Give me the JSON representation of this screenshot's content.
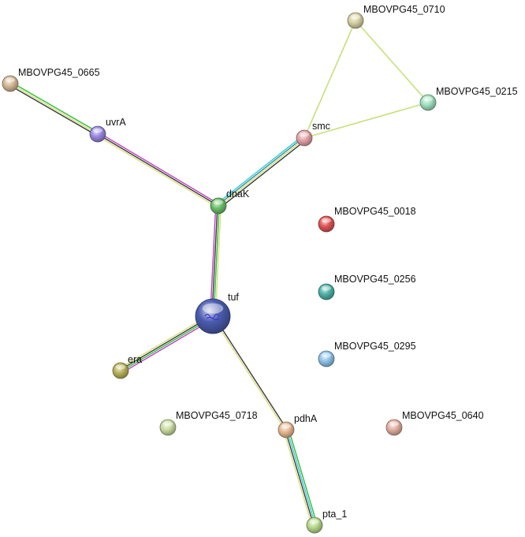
{
  "network": {
    "nodes": [
      {
        "id": "MBOVPG45_0665",
        "label": "MBOVPG45_0665",
        "color": "#d4b896",
        "icon": "protein-node"
      },
      {
        "id": "uvrA",
        "label": "uvrA",
        "color": "#9b88e0",
        "icon": "protein-node"
      },
      {
        "id": "dnaK",
        "label": "dnaK",
        "color": "#6cbf6a",
        "icon": "protein-node"
      },
      {
        "id": "smc",
        "label": "smc",
        "color": "#e3a3a8",
        "icon": "protein-node"
      },
      {
        "id": "MBOVPG45_0710",
        "label": "MBOVPG45_0710",
        "color": "#d6d0a2",
        "icon": "protein-node"
      },
      {
        "id": "MBOVPG45_0215",
        "label": "MBOVPG45_0215",
        "color": "#9fe2bf",
        "icon": "protein-node"
      },
      {
        "id": "MBOVPG45_0018",
        "label": "MBOVPG45_0018",
        "color": "#e05555",
        "icon": "protein-node"
      },
      {
        "id": "MBOVPG45_0256",
        "label": "MBOVPG45_0256",
        "color": "#4fb2a8",
        "icon": "protein-node"
      },
      {
        "id": "MBOVPG45_0295",
        "label": "MBOVPG45_0295",
        "color": "#8fc3e8",
        "icon": "protein-node"
      },
      {
        "id": "tuf",
        "label": "tuf",
        "color": "#4b5db0",
        "icon": "protein-node-with-structure"
      },
      {
        "id": "era",
        "label": "era",
        "color": "#b8b35a",
        "icon": "protein-node"
      },
      {
        "id": "MBOVPG45_0718",
        "label": "MBOVPG45_0718",
        "color": "#c8dca0",
        "icon": "protein-node"
      },
      {
        "id": "pdhA",
        "label": "pdhA",
        "color": "#e6b892",
        "icon": "protein-node"
      },
      {
        "id": "MBOVPG45_0640",
        "label": "MBOVPG45_0640",
        "color": "#e2b0a0",
        "icon": "protein-node"
      },
      {
        "id": "pta_1",
        "label": "pta_1",
        "color": "#b5d98a",
        "icon": "protein-node"
      }
    ],
    "edges": [
      {
        "source": "MBOVPG45_0665",
        "target": "uvrA",
        "colors": [
          "#2fbf3a",
          "#d8e07a",
          "#3a3a3a"
        ]
      },
      {
        "source": "uvrA",
        "target": "dnaK",
        "colors": [
          "#c040c8",
          "#3a3a3a",
          "#d8e07a"
        ]
      },
      {
        "source": "dnaK",
        "target": "smc",
        "colors": [
          "#39c9d8",
          "#2a8fa0",
          "#d8e07a",
          "#3a3a3a"
        ]
      },
      {
        "source": "smc",
        "target": "MBOVPG45_0710",
        "colors": [
          "#c8e07a"
        ]
      },
      {
        "source": "smc",
        "target": "MBOVPG45_0215",
        "colors": [
          "#c8e07a"
        ]
      },
      {
        "source": "MBOVPG45_0710",
        "target": "MBOVPG45_0215",
        "colors": [
          "#c8e07a"
        ]
      },
      {
        "source": "dnaK",
        "target": "tuf",
        "colors": [
          "#d8e07a",
          "#2fbf3a",
          "#3a3a3a",
          "#c040c8"
        ]
      },
      {
        "source": "tuf",
        "target": "era",
        "colors": [
          "#c040c8",
          "#2fbf3a",
          "#3a3a3a",
          "#d8e07a"
        ]
      },
      {
        "source": "tuf",
        "target": "pdhA",
        "colors": [
          "#3a3a3a",
          "#d8e07a"
        ]
      },
      {
        "source": "pdhA",
        "target": "pta_1",
        "colors": [
          "#2fbf3a",
          "#39c9d8",
          "#3a3a3a",
          "#d8e07a"
        ]
      }
    ]
  }
}
